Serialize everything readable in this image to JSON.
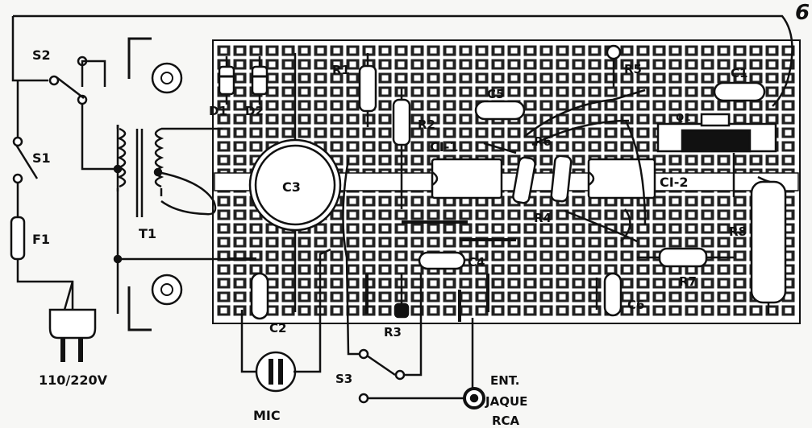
{
  "figure": {
    "number": "6"
  },
  "labels": {
    "s2": "S2",
    "s1": "S1",
    "f1": "F1",
    "t1": "T1",
    "mains": "110/220V",
    "d1": "D1",
    "d2": "D2",
    "c3": "C3",
    "c2": "C2",
    "mic": "MIC",
    "r1": "R1",
    "r2": "R2",
    "r3": "R3",
    "s3": "S3",
    "ci1": "CI-1",
    "c5": "C5",
    "c4": "C4",
    "r4": "R4",
    "r5": "R5",
    "r6": "R6",
    "ci2": "CI-2",
    "c1": "C1",
    "q1": "Q1",
    "r8": "R8",
    "r7": "R7",
    "c6": "C6",
    "ent": "ENT.",
    "jaque": "JAQUE",
    "rca": "RCA"
  },
  "colors": {
    "ink": "#111111",
    "paper": "#f7f7f5",
    "pad": "#ffffff"
  }
}
